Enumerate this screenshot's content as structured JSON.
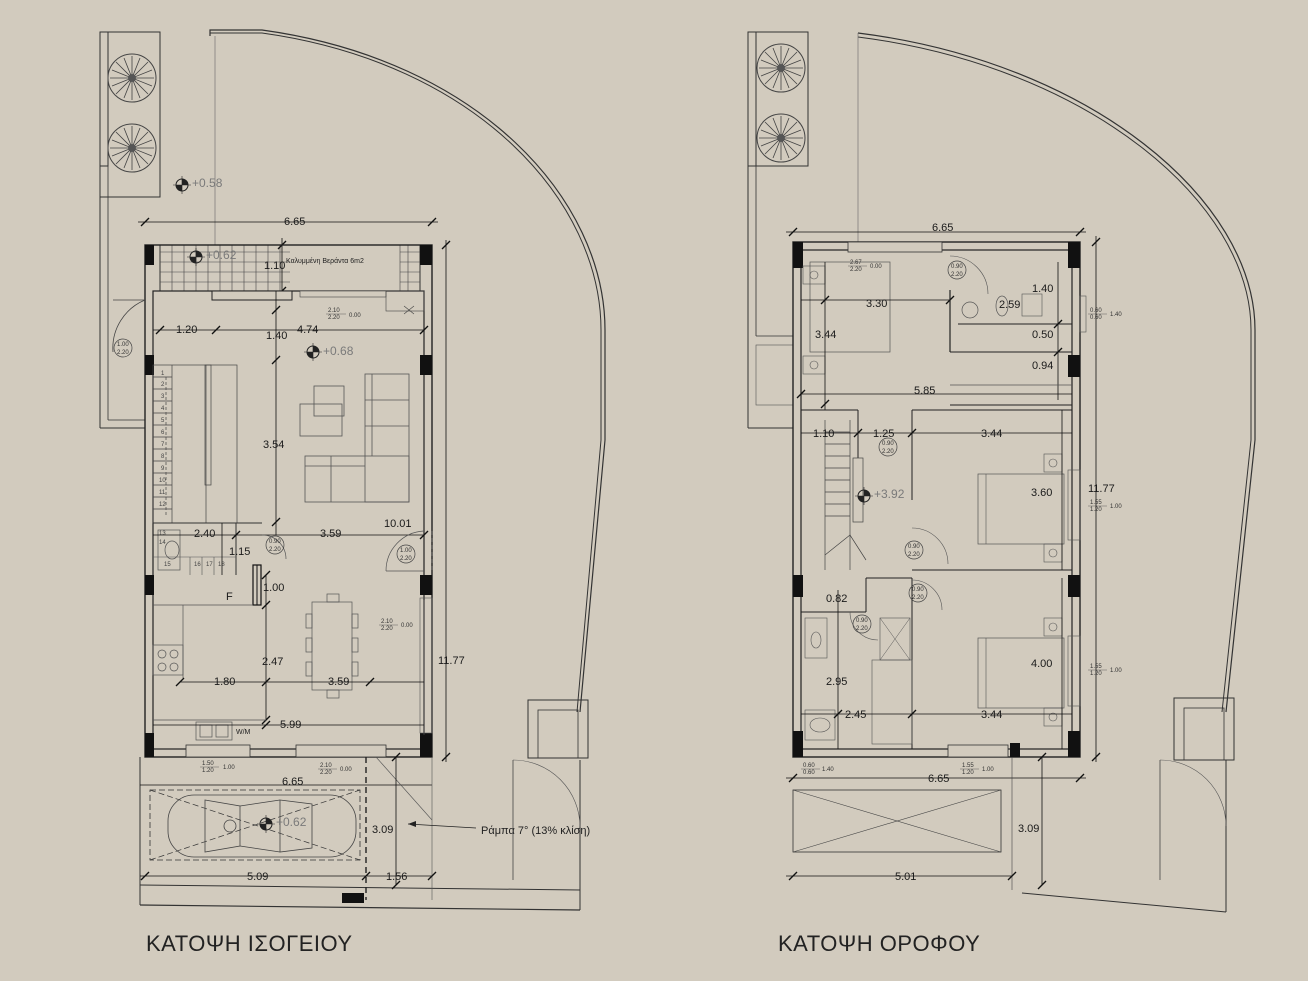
{
  "titles": {
    "ground": "ΚΑΤΟΨΗ ΙΣΟΓΕΙΟΥ",
    "upper": "ΚΑΤΟΨΗ ΟΡΟΦΟΥ"
  },
  "ground": {
    "dims": [
      "6.65",
      "1.10",
      "1.20",
      "1.40",
      "4.74",
      "3.54",
      "3.59",
      "2.40",
      "1.15",
      "1.00",
      "10.01",
      "11.77",
      "2.47",
      "1.80",
      "3.59",
      "5.99",
      "6.65",
      "3.09",
      "5.09",
      "1.56"
    ],
    "levels": [
      "+0.58",
      "+0.62",
      "+0.68",
      "+0.62"
    ],
    "notes": {
      "veranda": "Καλυμμένη Βεράντα 6m2",
      "ramp": "Ράμπα 7° (13% κλίση)",
      "fridge": "F",
      "wm": "W/M"
    },
    "stair_numbers": [
      "1",
      "2",
      "3",
      "4",
      "5",
      "6",
      "7",
      "8",
      "9",
      "10",
      "11",
      "12",
      "13",
      "14",
      "15",
      "16",
      "17",
      "18"
    ],
    "door_tags": [
      [
        "2.10",
        "2.20",
        "0.00"
      ],
      [
        "1.00",
        "2.20"
      ],
      [
        "0.90",
        "2.20"
      ],
      [
        "1.00",
        "2.20"
      ],
      [
        "2.10",
        "2.20",
        "0.00"
      ],
      [
        "1.50",
        "1.20",
        "1.00"
      ],
      [
        "2.10",
        "2.20",
        "0.00"
      ]
    ]
  },
  "upper": {
    "dims": [
      "6.65",
      "3.30",
      "2.59",
      "1.40",
      "0.50",
      "3.44",
      "0.94",
      "5.85",
      "1.10",
      "1.25",
      "3.44",
      "3.60",
      "11.77",
      "0.82",
      "4.00",
      "2.95",
      "2.45",
      "3.44",
      "6.65",
      "3.09",
      "5.01"
    ],
    "levels": [
      "+3.92"
    ],
    "door_tags": [
      [
        "2.67",
        "2.20",
        "0.00"
      ],
      [
        "0.90",
        "2.20"
      ],
      [
        "0.60",
        "0.60",
        "1.40"
      ],
      [
        "0.90",
        "2.20"
      ],
      [
        "1.55",
        "1.20",
        "1.00"
      ],
      [
        "0.90",
        "2.20"
      ],
      [
        "0.90",
        "2.20"
      ],
      [
        "0.90",
        "2.20"
      ],
      [
        "1.55",
        "1.20",
        "1.00"
      ],
      [
        "0.60",
        "0.60",
        "1.40"
      ],
      [
        "1.55",
        "1.20",
        "1.00"
      ]
    ]
  }
}
